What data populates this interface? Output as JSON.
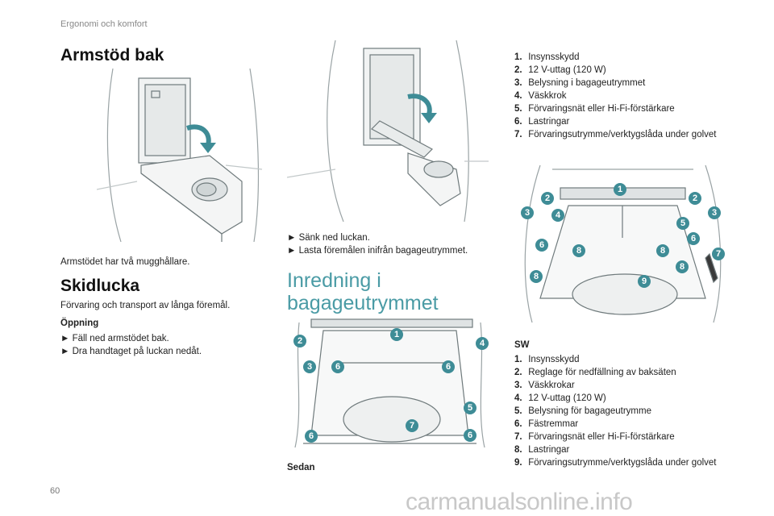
{
  "header": "Ergonomi och komfort",
  "page_number": "60",
  "watermark": "carmanualsonline.info",
  "armrest": {
    "title": "Armstöd bak",
    "caption": "Armstödet har två mugghållare."
  },
  "ski_hatch": {
    "title": "Skidlucka",
    "intro": "Förvaring och transport av långa föremål.",
    "opening_title": "Öppning",
    "steps": [
      "► Fäll ned armstödet bak.",
      "► Dra handtaget på luckan nedåt."
    ]
  },
  "hatch_steps": [
    "► Sänk ned luckan.",
    "► Lasta föremålen inifrån bagageutrymmet."
  ],
  "interior": {
    "title_line1": "Inredning i",
    "title_line2": "bagageutrymmet",
    "sedan_label": "Sedan",
    "sedan_badges": [
      "1",
      "2",
      "3",
      "4",
      "5",
      "6",
      "6",
      "6",
      "6",
      "7"
    ],
    "sedan_items": [
      {
        "n": "1.",
        "text": "Insynsskydd"
      },
      {
        "n": "2.",
        "text": "12 V-uttag (120 W)"
      },
      {
        "n": "3.",
        "text": "Belysning i bagageutrymmet"
      },
      {
        "n": "4.",
        "text": "Väskkrok"
      },
      {
        "n": "5.",
        "text": "Förvaringsnät eller Hi-Fi-förstärkare"
      },
      {
        "n": "6.",
        "text": "Lastringar"
      },
      {
        "n": "7.",
        "text": "Förvaringsutrymme/verktygslåda under golvet"
      }
    ],
    "sw_label": "SW",
    "sw_badges": [
      "1",
      "2",
      "2",
      "3",
      "3",
      "4",
      "5",
      "6",
      "6",
      "7",
      "8",
      "8",
      "8",
      "8",
      "9"
    ],
    "sw_items": [
      {
        "n": "1.",
        "text": "Insynsskydd"
      },
      {
        "n": "2.",
        "text": "Reglage för nedfällning av baksäten"
      },
      {
        "n": "3.",
        "text": "Väskkrokar"
      },
      {
        "n": "4.",
        "text": "12 V-uttag (120 W)"
      },
      {
        "n": "5.",
        "text": "Belysning för bagageutrymme"
      },
      {
        "n": "6.",
        "text": "Fästremmar"
      },
      {
        "n": "7.",
        "text": "Förvaringsnät eller Hi-Fi-förstärkare"
      },
      {
        "n": "8.",
        "text": "Lastringar"
      },
      {
        "n": "9.",
        "text": "Förvaringsutrymme/verktygslåda under golvet"
      }
    ]
  },
  "colors": {
    "accent": "#3e8c96",
    "heading_teal": "#4a9ba5"
  }
}
